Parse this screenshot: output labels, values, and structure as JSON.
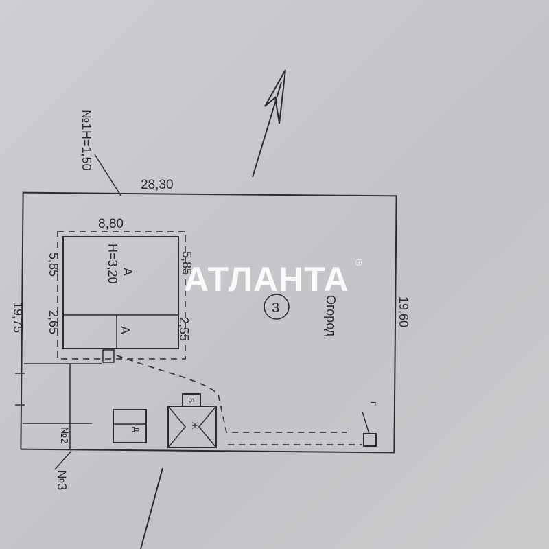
{
  "plot": {
    "top_width": "28,30",
    "left_height": "19,75",
    "right_height": "19,60",
    "house_width": "8,80",
    "house_left_top": "5,85",
    "house_left_bottom": "2,65",
    "house_right_top": "5,85",
    "house_right_bottom": "2,55",
    "house_label": "А",
    "house_height": "Н=3,20",
    "annex_label": "А",
    "plot_number": "3",
    "garden_label": "Огород",
    "point1": "№1",
    "point1_height": "Н=1,50",
    "point2": "№2",
    "point3": "№3",
    "building_b": "Б",
    "building_zh": "Ж",
    "building_d": "Д",
    "building_g": "Г"
  },
  "watermark": {
    "text": "АТЛАНТА",
    "mark": "®"
  }
}
